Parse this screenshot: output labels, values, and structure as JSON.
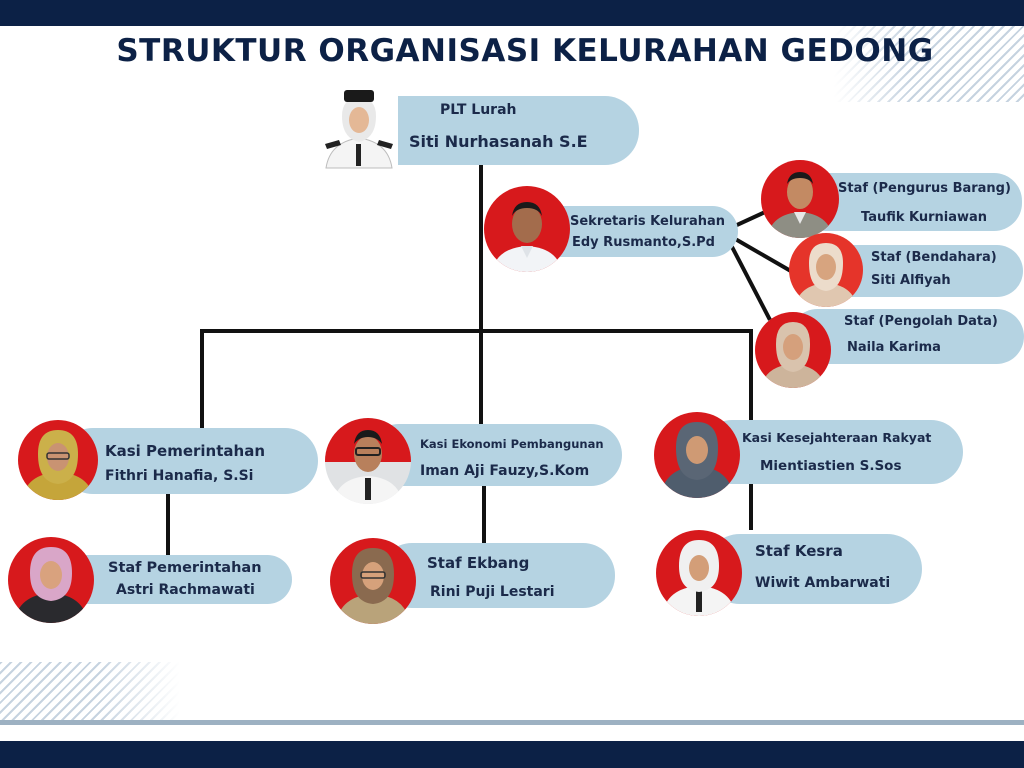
{
  "title": "STRUKTUR ORGANISASI KELURAHAN GEDONG",
  "colors": {
    "navy": "#0c2146",
    "card": "#b5d3e2",
    "photo_red": "#d7191c",
    "line": "#111111"
  },
  "nodes": {
    "lurah": {
      "role": "PLT Lurah",
      "name": "Siti Nurhasanah S.E"
    },
    "sekretaris": {
      "role": "Sekretaris Kelurahan",
      "name": "Edy Rusmanto,S.Pd"
    },
    "staf_barang": {
      "role": "Staf (Pengurus Barang)",
      "name": "Taufik Kurniawan"
    },
    "staf_bendahara": {
      "role": "Staf (Bendahara)",
      "name": "Siti Alfiyah"
    },
    "staf_data": {
      "role": "Staf (Pengolah Data)",
      "name": "Naila Karima"
    },
    "kasi_pemerintahan": {
      "role": "Kasi Pemerintahan",
      "name": "Fithri Hanafia, S.Si"
    },
    "kasi_ekbang": {
      "role": "Kasi Ekonomi Pembangunan",
      "name": "Iman Aji Fauzy,S.Kom"
    },
    "kasi_kesra": {
      "role": "Kasi Kesejahteraan Rakyat",
      "name": "Mientiastien S.Sos"
    },
    "staf_pemerintahan": {
      "role": "Staf Pemerintahan",
      "name": "Astri Rachmawati"
    },
    "staf_ekbang": {
      "role": "Staf Ekbang",
      "name": "Rini Puji Lestari"
    },
    "staf_kesra": {
      "role": "Staf Kesra",
      "name": "Wiwit Ambarwati"
    }
  }
}
